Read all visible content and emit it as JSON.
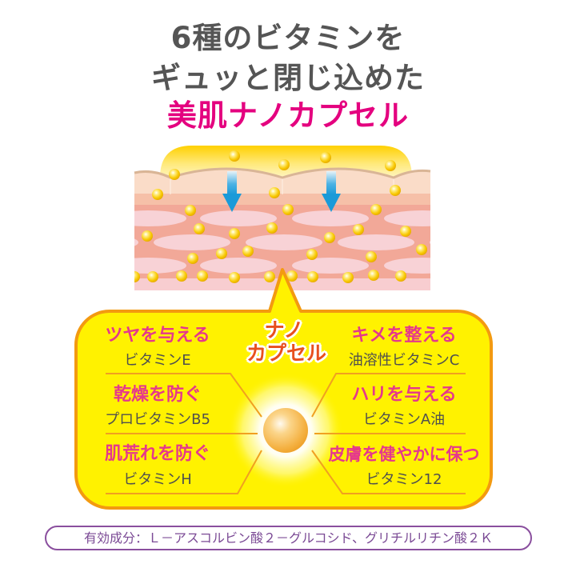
{
  "header": {
    "line1": "6種のビタミンを",
    "line2": "ギュッと閉じ込めた",
    "line3": "美肌ナノカプセル"
  },
  "illustration": {
    "skin_diagram": "skin-cross-section",
    "arrows": [
      "arrow-down-icon",
      "arrow-down-icon"
    ],
    "capsule_label_line1": "ナノ",
    "capsule_label_line2": "カプセル"
  },
  "benefits": {
    "left": [
      {
        "effect": "ツヤを与える",
        "vitamin": "ビタミンE"
      },
      {
        "effect": "乾燥を防ぐ",
        "vitamin": "プロビタミンB5"
      },
      {
        "effect": "肌荒れを防ぐ",
        "vitamin": "ビタミンH"
      }
    ],
    "right": [
      {
        "effect": "キメを整える",
        "vitamin": "油溶性ビタミンC"
      },
      {
        "effect": "ハリを与える",
        "vitamin": "ビタミンA油"
      },
      {
        "effect": "皮膚を健やかに保つ",
        "vitamin": "ビタミン12"
      }
    ]
  },
  "ingredients": {
    "text": "有効成分：Ｌ－アスコルビン酸２－グルコシド、グリチルリチン酸２Ｋ"
  },
  "colors": {
    "title_gray": "#555555",
    "accent_pink": "#e4007f",
    "effect_pink": "#e5388c",
    "callout_yellow": "#fff200",
    "callout_border_orange": "#f39a10",
    "nano_label_orange": "#e8501e",
    "arrow_blue": "#1a9ad8",
    "ingredients_purple": "#8a4f9e"
  }
}
